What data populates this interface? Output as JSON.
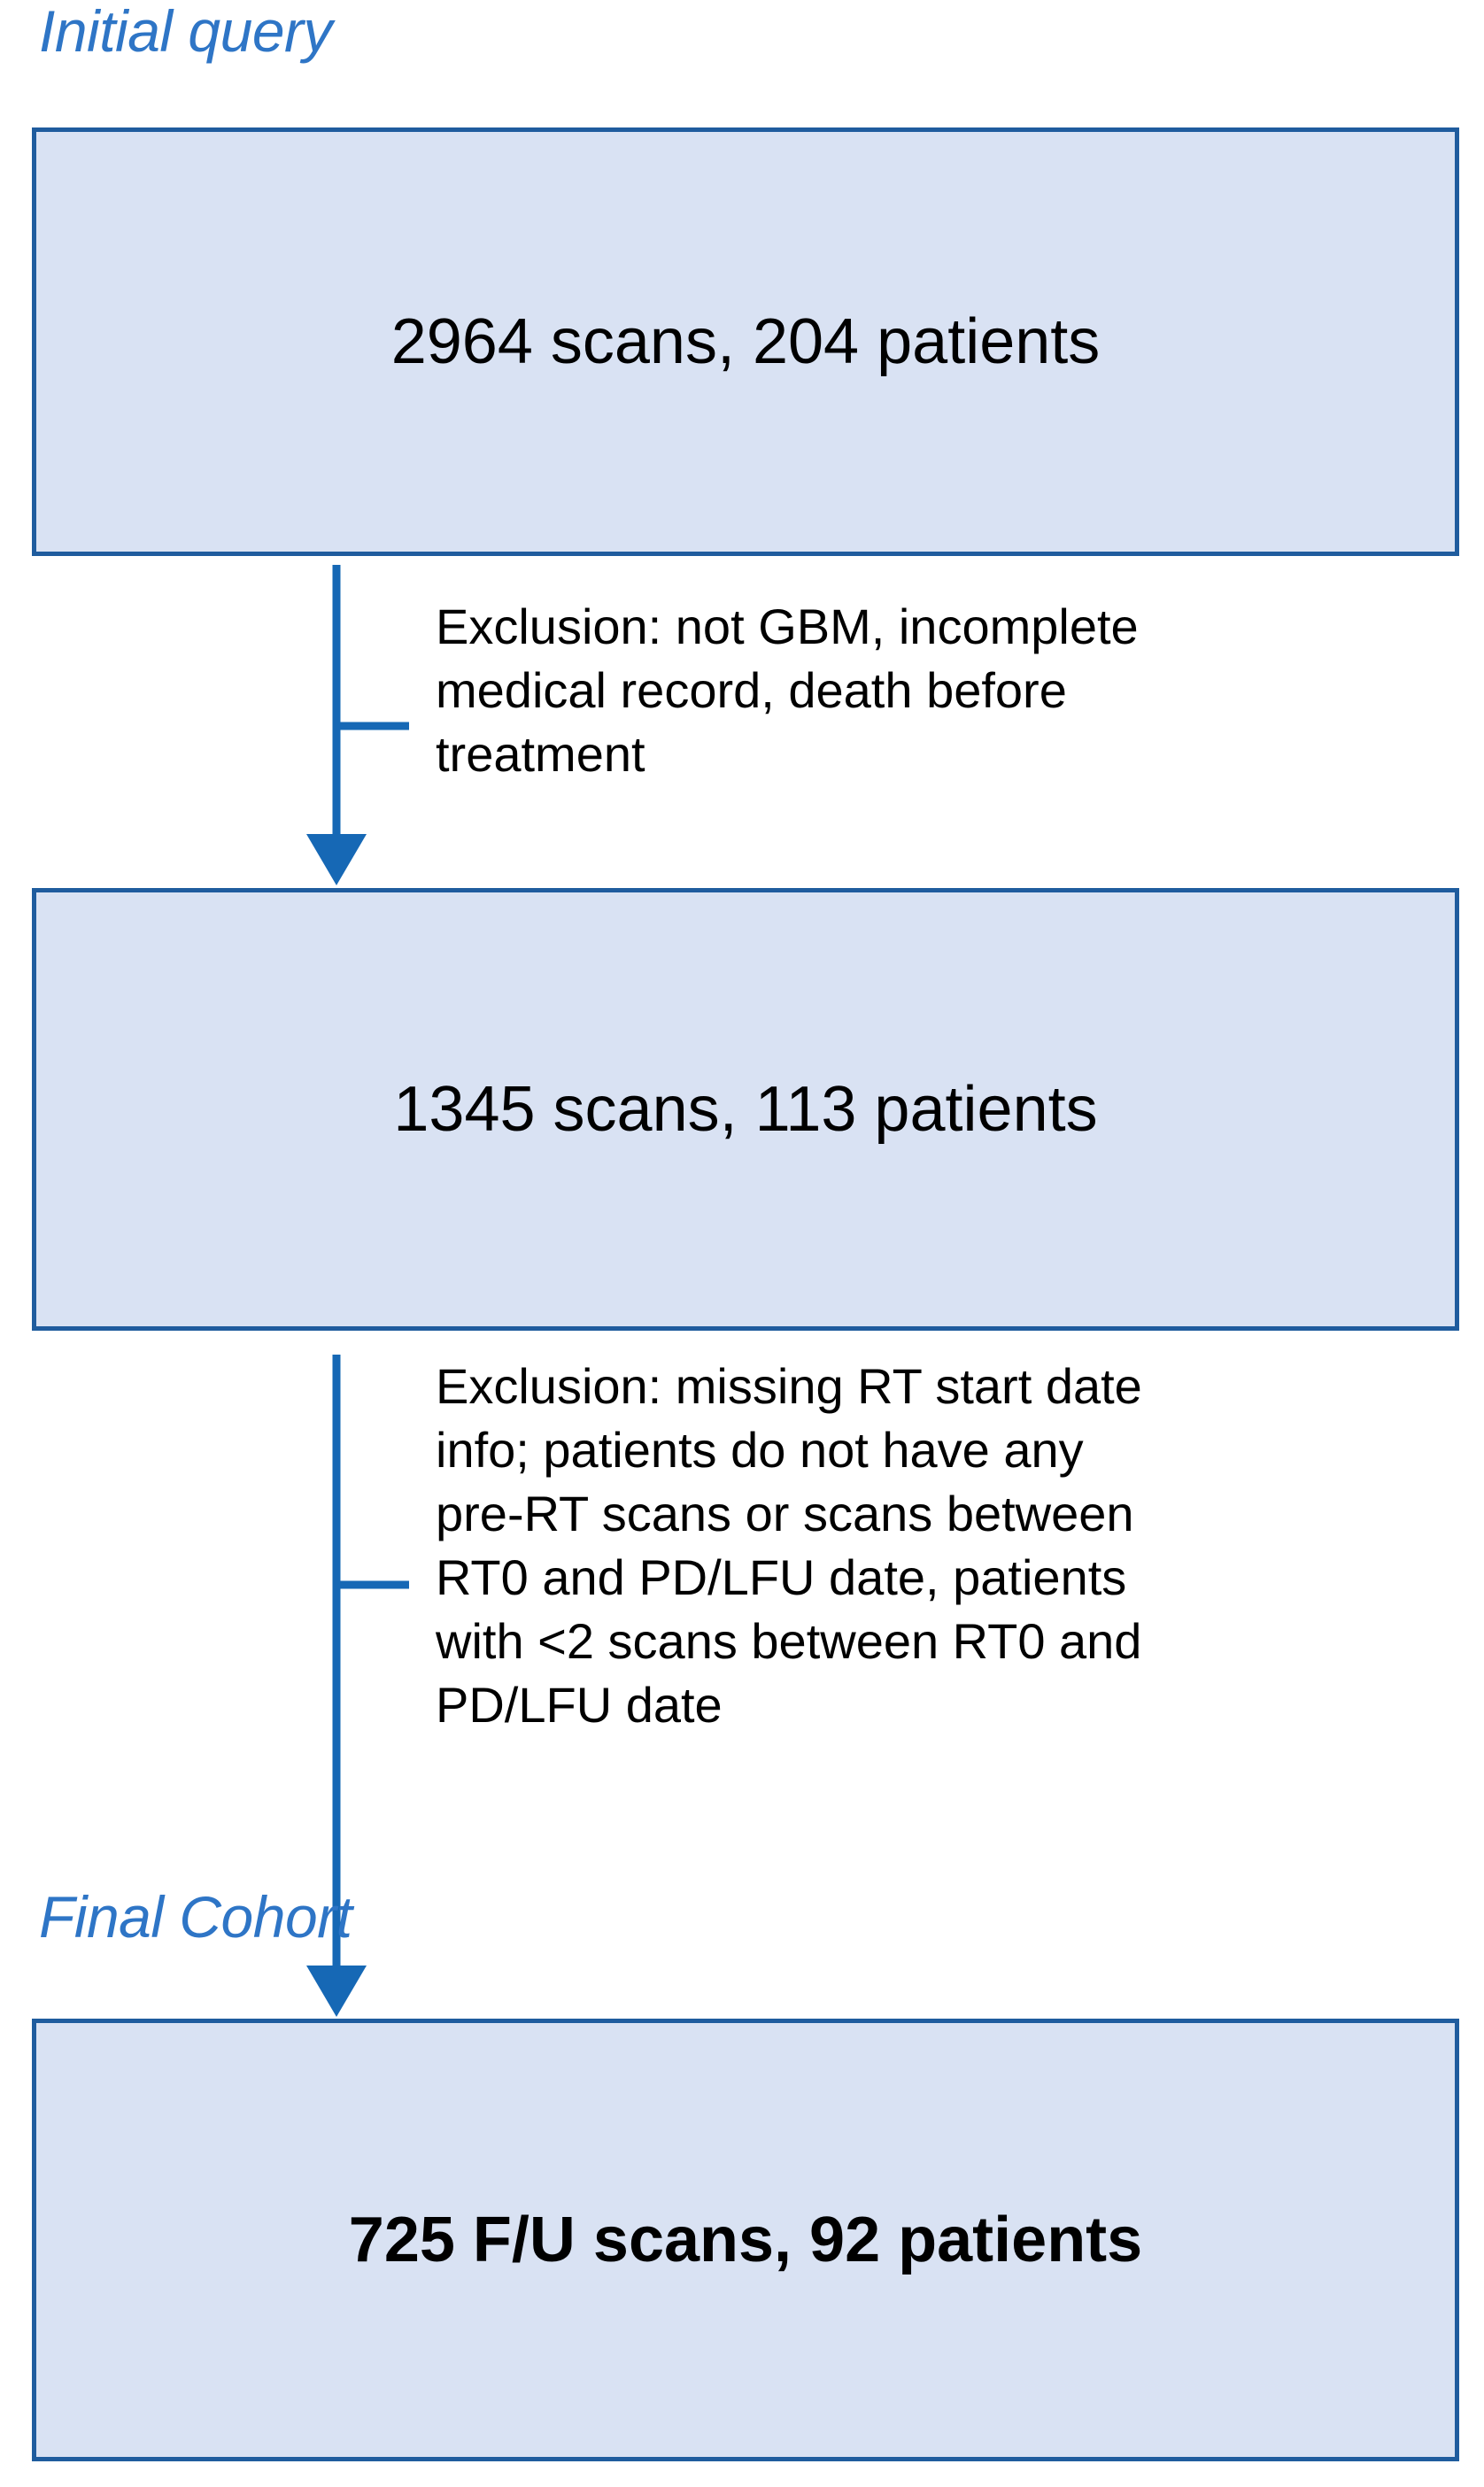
{
  "diagram": {
    "type": "flowchart",
    "title": "Patient cohort selection flow",
    "colors": {
      "box_fill": "#D9E2F3",
      "box_border": "#1F5C9E",
      "label_blue": "#2E75C6",
      "arrow_blue": "#1668B5",
      "text_black": "#000000"
    },
    "labels": {
      "initial_query": "Initial query",
      "final_cohort": "Final Cohort"
    },
    "boxes": [
      {
        "id": "initial",
        "text": "2964 scans, 204 patients",
        "bold": false,
        "scans": 2964,
        "patients": 204
      },
      {
        "id": "middle",
        "text": "1345 scans, 113 patients",
        "bold": false,
        "scans": 1345,
        "patients": 113
      },
      {
        "id": "final",
        "text": "725 F/U scans, 92 patients",
        "bold": true,
        "scans": 725,
        "patients": 92
      }
    ],
    "exclusions": [
      {
        "id": "exclusion-1",
        "text": "Exclusion: not GBM, incomplete medical record, death before treatment",
        "lines": [
          "Exclusion: not GBM, incomplete",
          "medical record, death before",
          "treatment"
        ]
      },
      {
        "id": "exclusion-2",
        "text": "Exclusion: missing RT start date info; patients do not have any pre-RT scans or scans between RT0 and PD/LFU date, patients with <2 scans between RT0 and PD/LFU date",
        "lines": [
          "Exclusion: missing RT start date",
          "info; patients do not have any",
          "pre-RT scans or scans between",
          "RT0 and PD/LFU date, patients",
          "with <2 scans between RT0 and",
          "PD/LFU date"
        ]
      }
    ]
  }
}
